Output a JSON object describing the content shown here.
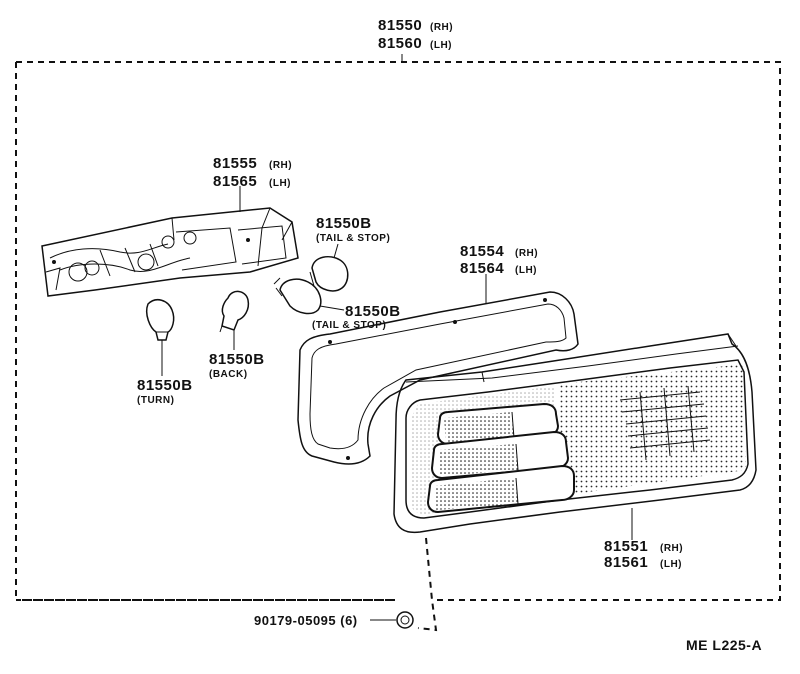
{
  "assembly": {
    "num_rh": "81550",
    "tag_rh": "(RH)",
    "num_lh": "81560",
    "tag_lh": "(LH)"
  },
  "socket_plate": {
    "num_rh": "81555",
    "tag_rh": "(RH)",
    "num_lh": "81565",
    "tag_lh": "(LH)"
  },
  "gasket": {
    "num_rh": "81554",
    "tag_rh": "(RH)",
    "num_lh": "81564",
    "tag_lh": "(LH)"
  },
  "lens": {
    "num_rh": "81551",
    "tag_rh": "(RH)",
    "num_lh": "81561",
    "tag_lh": "(LH)"
  },
  "bulb_tail_stop_upper": {
    "num": "81550B",
    "note": "(TAIL & STOP)"
  },
  "bulb_tail_stop_lower": {
    "num": "81550B",
    "note": "(TAIL & STOP)"
  },
  "bulb_back": {
    "num": "81550B",
    "note": "(BACK)"
  },
  "bulb_turn": {
    "num": "81550B",
    "note": "(TURN)"
  },
  "nut": {
    "label": "90179-05095 (6)"
  },
  "ref_code": "ME  L225-A",
  "colors": {
    "ink": "#111111",
    "paper": "#ffffff"
  }
}
